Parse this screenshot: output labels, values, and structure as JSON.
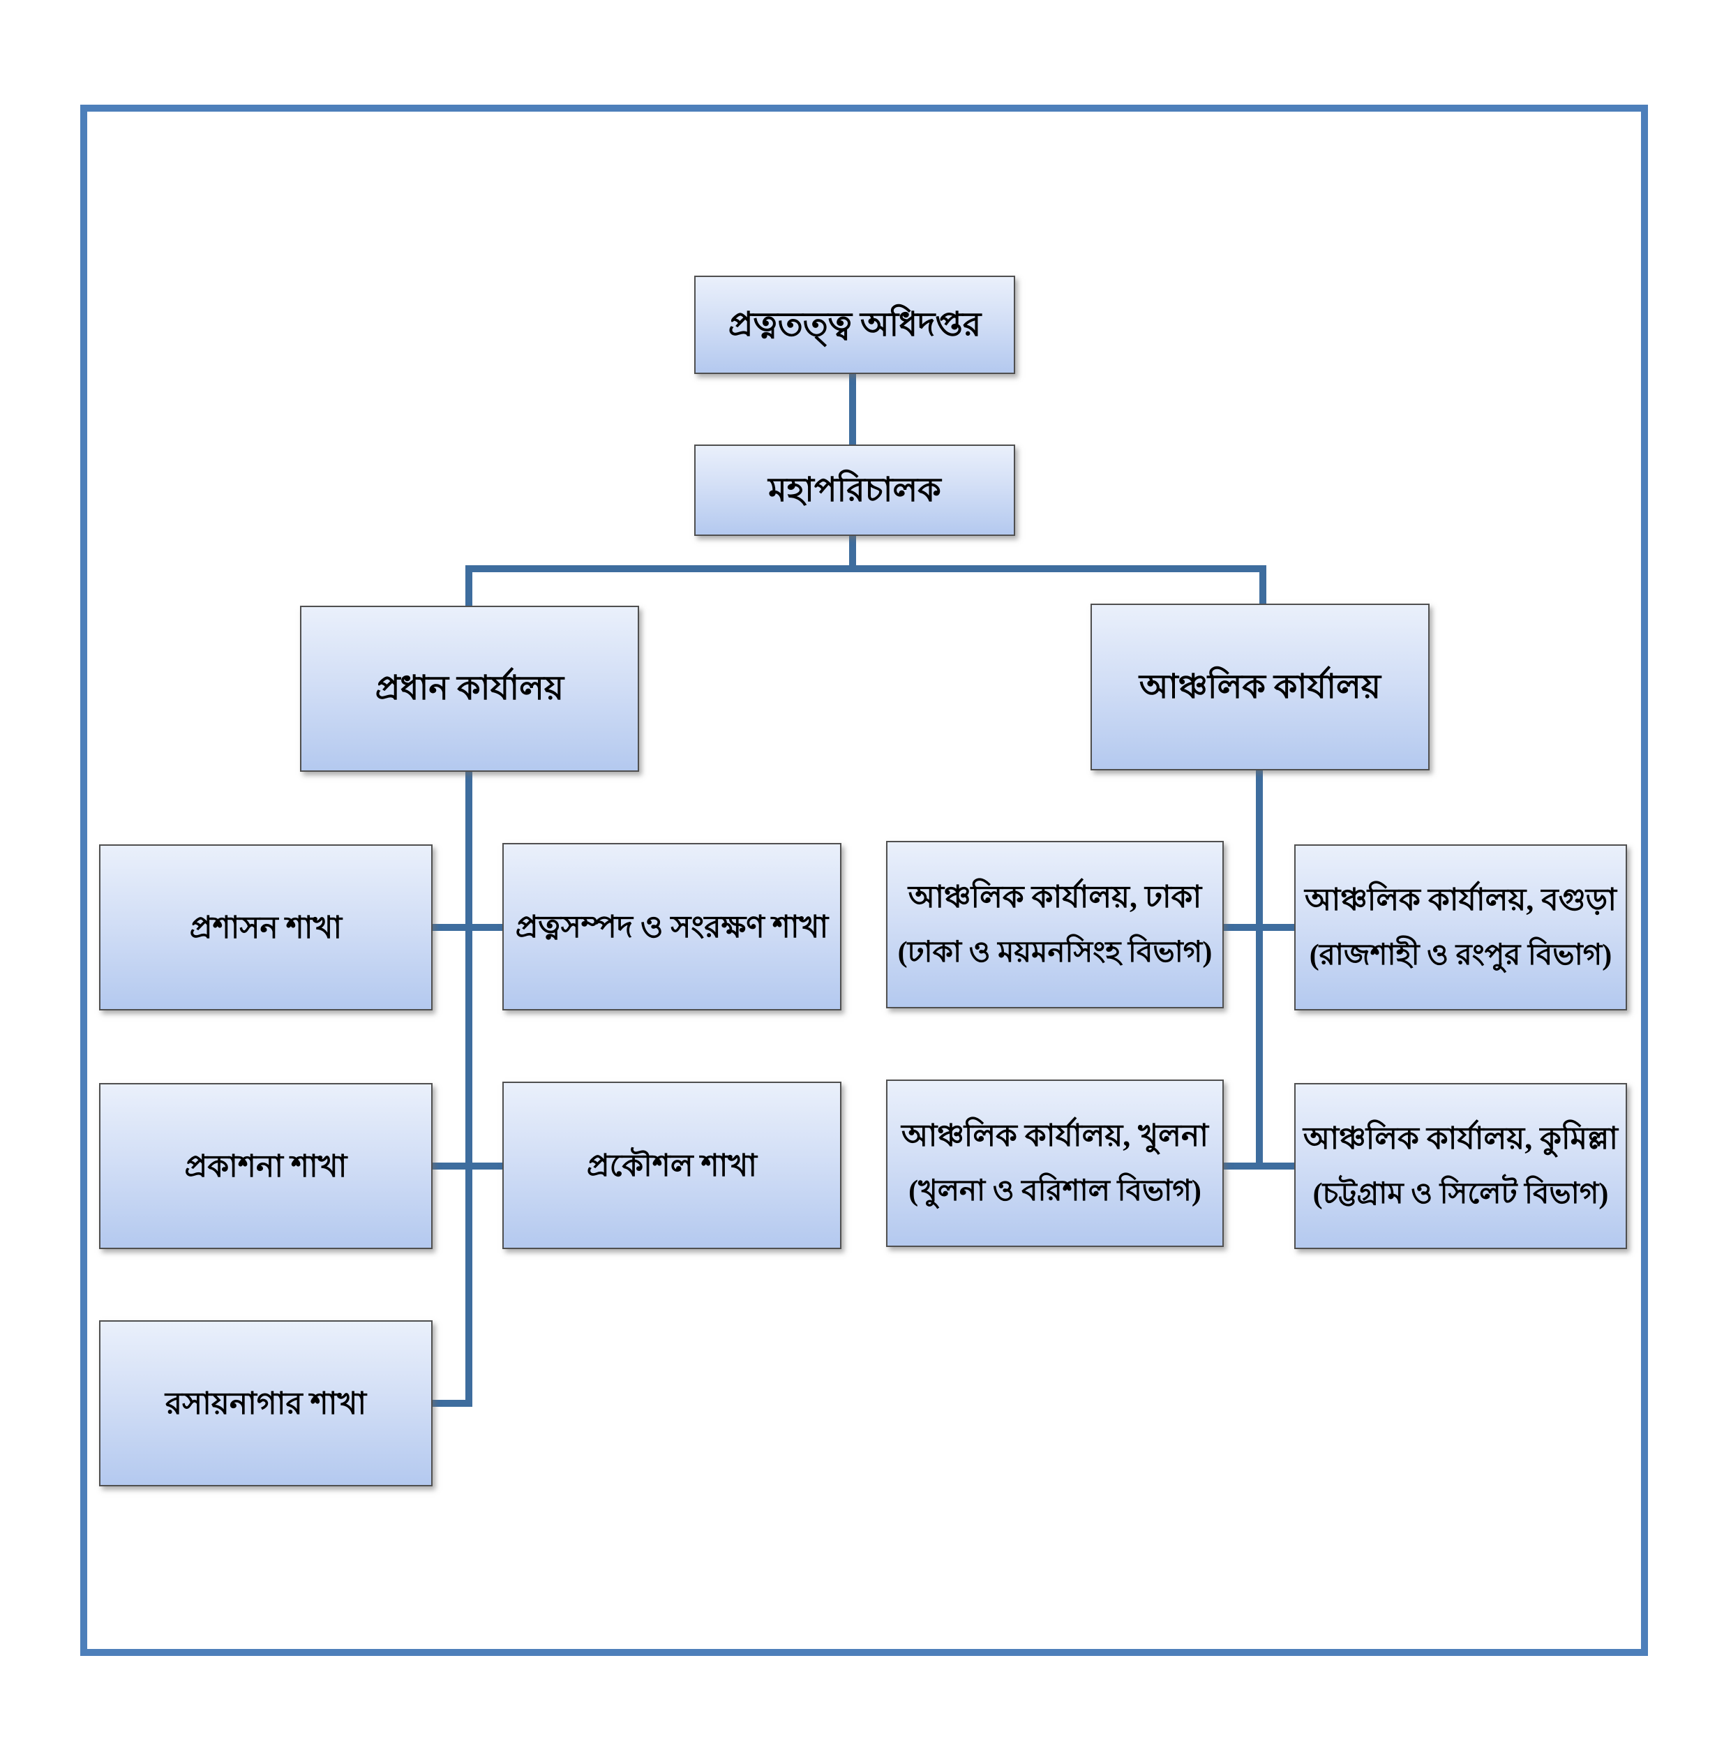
{
  "org": {
    "root": "প্রত্নতত্ত্ব অধিদপ্তর",
    "director_general": "মহাপরিচালক",
    "head_office": {
      "label": "প্রধান কার্যালয়",
      "branches": [
        {
          "label": "প্রশাসন শাখা"
        },
        {
          "label": "প্রত্নসম্পদ ও সংরক্ষণ শাখা"
        },
        {
          "label": "প্রকাশনা শাখা"
        },
        {
          "label": "প্রকৌশল শাখা"
        },
        {
          "label": "রসায়নাগার শাখা"
        }
      ]
    },
    "regional_office": {
      "label": "আঞ্চলিক কার্যালয়",
      "branches": [
        {
          "label": "আঞ্চলিক কার্যালয়, ঢাকা",
          "sub": "(ঢাকা ও ময়মনসিংহ বিভাগ)"
        },
        {
          "label": "আঞ্চলিক কার্যালয়, বগুড়া",
          "sub": "(রাজশাহী ও রংপুর বিভাগ)"
        },
        {
          "label": "আঞ্চলিক কার্যালয়, খুলনা",
          "sub": "(খুলনা ও বরিশাল বিভাগ)"
        },
        {
          "label": "আঞ্চলিক কার্যালয়, কুমিল্লা",
          "sub": "(চট্টগ্রাম ও সিলেট বিভাগ)"
        }
      ]
    }
  },
  "colors": {
    "frame": "#4d7fba",
    "connector": "#3e6d9e",
    "box_fill_top": "#eaf0fb",
    "box_fill_bottom": "#b4c9ef",
    "box_border": "#4f4f4f",
    "text": "#000000",
    "background": "#ffffff"
  }
}
